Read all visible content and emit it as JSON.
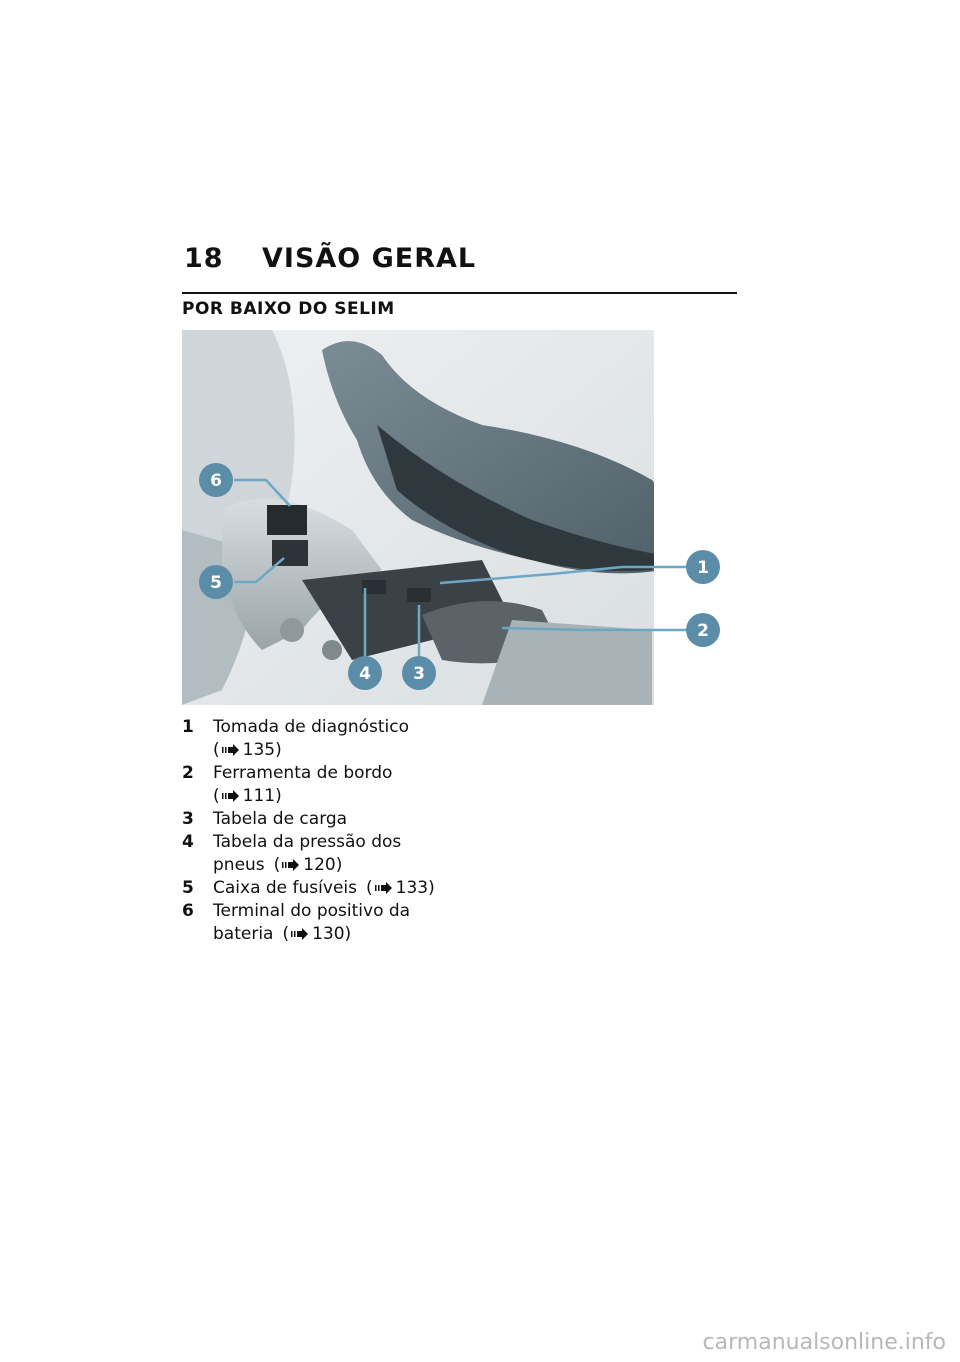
{
  "header": {
    "page_number": "18",
    "chapter_title": "VISÃO GERAL"
  },
  "section": {
    "title": "POR BAIXO DO SELIM"
  },
  "figure": {
    "callouts": [
      "1",
      "2",
      "3",
      "4",
      "5",
      "6"
    ],
    "colors": {
      "callout_fill": "#5b8ca8",
      "leader_line": "#6ea7c6",
      "background": "#e4e8ea",
      "seat": "#5d6e78"
    }
  },
  "legend": [
    {
      "num": "1",
      "lines": [
        "Tomada de diagnóstico"
      ],
      "ref_open": "(",
      "ref_page": "135)"
    },
    {
      "num": "2",
      "lines": [
        "Ferramenta de bordo"
      ],
      "ref_open": "(",
      "ref_page": "111)"
    },
    {
      "num": "3",
      "lines": [
        "Tabela de carga"
      ]
    },
    {
      "num": "4",
      "lines": [
        "Tabela da pressão dos",
        "pneus"
      ],
      "ref_open": "(",
      "ref_page": "120)"
    },
    {
      "num": "5",
      "lines": [
        "Caixa de fusíveis"
      ],
      "ref_open": "(",
      "ref_page": "133)"
    },
    {
      "num": "6",
      "lines": [
        "Terminal do positivo da",
        "bateria"
      ],
      "ref_open": "(",
      "ref_page": "130)"
    }
  ],
  "footer": {
    "watermark": "carmanualsonline.info"
  }
}
